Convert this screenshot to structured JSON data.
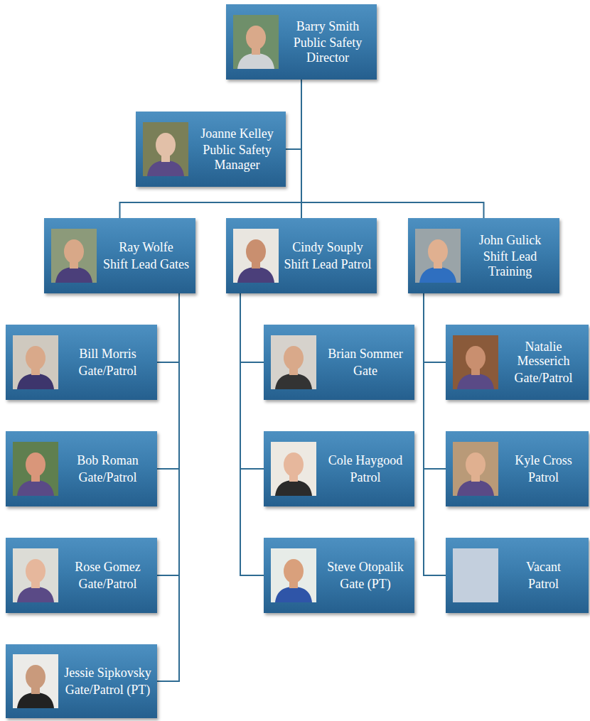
{
  "diagram": {
    "nodes": [
      {
        "text": [
          "Barry Smith",
          "Public Safety Director"
        ]
      },
      {
        "text": [
          "Joanne Kelley",
          "Public Safety Manager"
        ]
      },
      {
        "text": [
          "Ray Wolfe",
          "Shift Lead Gates"
        ]
      },
      {
        "text": [
          "Cindy Souply",
          "Shift Lead Patrol"
        ]
      },
      {
        "text": [
          "John Gulick",
          "Shift Lead Training"
        ]
      },
      {
        "text": [
          "Bill Morris",
          "Gate/Patrol"
        ]
      },
      {
        "text": [
          "Bob Roman",
          "Gate/Patrol"
        ]
      },
      {
        "text": [
          "Rose Gomez",
          "Gate/Patrol"
        ]
      },
      {
        "text": [
          "Jessie Sipkovsky",
          "Gate/Patrol (PT)"
        ]
      },
      {
        "text": [
          "Brian Sommer",
          "Gate"
        ]
      },
      {
        "text": [
          "Cole Haygood",
          "Patrol"
        ]
      },
      {
        "text": [
          "Steve Otopalik",
          "Gate (PT)"
        ]
      },
      {
        "text": [
          "Natalie Messerich",
          "Gate/Patrol"
        ]
      },
      {
        "text": [
          "Kyle Cross",
          "Patrol"
        ]
      },
      {
        "text": [
          "Vacant",
          "Patrol"
        ]
      }
    ],
    "edges": [
      {
        "from": 0,
        "to": 1,
        "arrow": "none"
      },
      {
        "from": 0,
        "to": 2,
        "arrow": "none"
      },
      {
        "from": 0,
        "to": 3,
        "arrow": "none"
      },
      {
        "from": 0,
        "to": 4,
        "arrow": "none"
      },
      {
        "from": 2,
        "to": 5,
        "arrow": "none"
      },
      {
        "from": 2,
        "to": 6,
        "arrow": "none"
      },
      {
        "from": 2,
        "to": 7,
        "arrow": "none"
      },
      {
        "from": 2,
        "to": 8,
        "arrow": "none"
      },
      {
        "from": 3,
        "to": 9,
        "arrow": "none"
      },
      {
        "from": 3,
        "to": 10,
        "arrow": "none"
      },
      {
        "from": 3,
        "to": 11,
        "arrow": "none"
      },
      {
        "from": 4,
        "to": 12,
        "arrow": "none"
      },
      {
        "from": 4,
        "to": 13,
        "arrow": "none"
      },
      {
        "from": 4,
        "to": 14,
        "arrow": "none"
      }
    ]
  }
}
